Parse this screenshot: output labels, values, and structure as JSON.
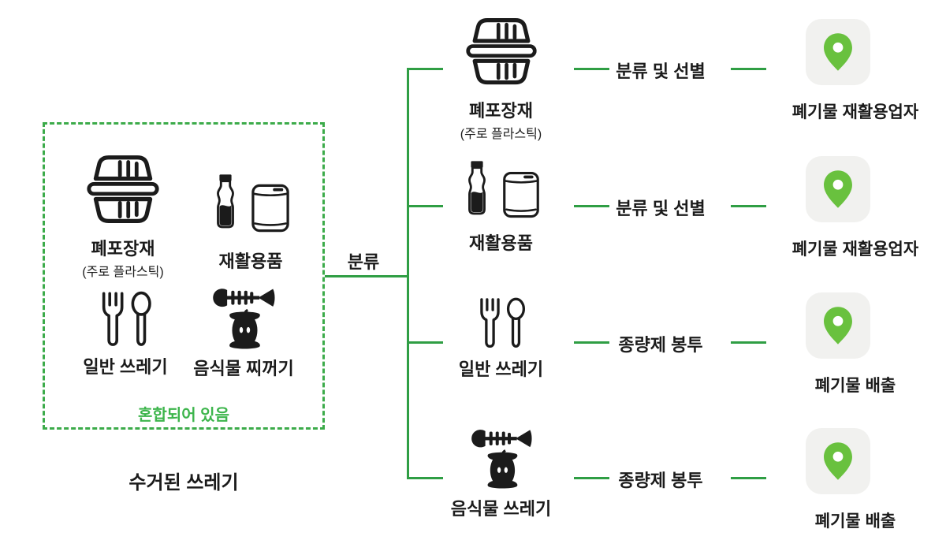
{
  "colors": {
    "line_green": "#2f9e44",
    "dashed_border_green": "#3cab4a",
    "note_green": "#3db54c",
    "pin_green": "#69c13e",
    "pin_background": "#f1f1ef",
    "ink": "#1b1b1b"
  },
  "source_box": {
    "items": [
      {
        "label": "폐포장재",
        "sublabel": "(주로 플라스틱)"
      },
      {
        "label": "재활용품"
      },
      {
        "label": "일반 쓰레기"
      },
      {
        "label": "음식물 찌꺼기"
      }
    ],
    "note": "혼합되어 있음",
    "caption": "수거된 쓰레기"
  },
  "split_label": "분류",
  "branches": [
    {
      "item_label": "폐포장재",
      "item_sublabel": "(주로 플라스틱)",
      "process_label": "분류 및 선별",
      "destination_label": "폐기물 재활용업자"
    },
    {
      "item_label": "재활용품",
      "process_label": "분류 및 선별",
      "destination_label": "폐기물 재활용업자"
    },
    {
      "item_label": "일반 쓰레기",
      "process_label": "종량제 봉투",
      "destination_label": "폐기물 배출"
    },
    {
      "item_label": "음식물 쓰레기",
      "process_label": "종량제 봉투",
      "destination_label": "폐기물 배출"
    }
  ]
}
